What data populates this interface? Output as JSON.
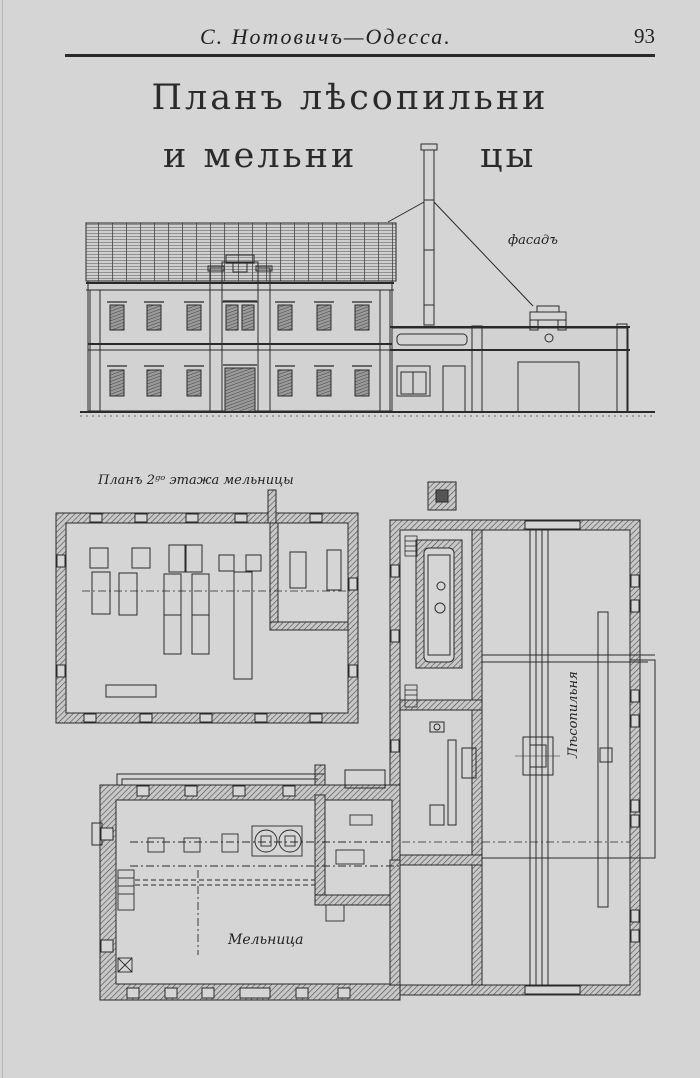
{
  "header": {
    "running_title": "С. Нотовичъ—Одесса.",
    "page_number": "93"
  },
  "plate": {
    "title_line1": "Планъ лѣсопильни",
    "title_line2a": "и мельни",
    "title_line2b": "цы"
  },
  "drawings": {
    "facade_label": "фасадъ",
    "second_floor_label": "Планъ 2^{го} этажа мельницы",
    "second_floor_label_display": "Планъ 2ᵍᵒ этажа мельницы",
    "mill_label": "Мельница",
    "sawmill_label": "Лѣсопильня"
  },
  "colors": {
    "paper": "#d5d5d5",
    "ink": "#222222",
    "hatch": "#555555"
  }
}
